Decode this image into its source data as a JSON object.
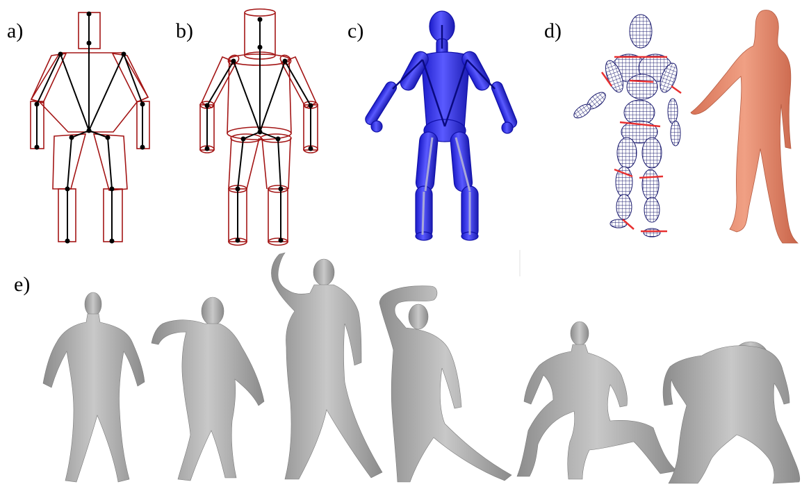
{
  "labels": {
    "a": "a)",
    "b": "b)",
    "c": "c)",
    "d": "d)",
    "e": "e)"
  },
  "colors": {
    "box": "#a31515",
    "skeleton": "#000000",
    "capsule_fill": "#2f2fe8",
    "capsule_stroke": "#1010a8",
    "ellipsoid_wire": "#1a1a6e",
    "ellipsoid_marker": "#e83030",
    "mesh_body": "#e8876a",
    "scan_body": "#a9a9a9"
  },
  "scan_poses": [
    "neutral-arms-out",
    "twist-heavy",
    "arm-raised-wide-stance",
    "arm-overhead-lunge",
    "kneeling-squat",
    "deep-squat-heavy"
  ]
}
